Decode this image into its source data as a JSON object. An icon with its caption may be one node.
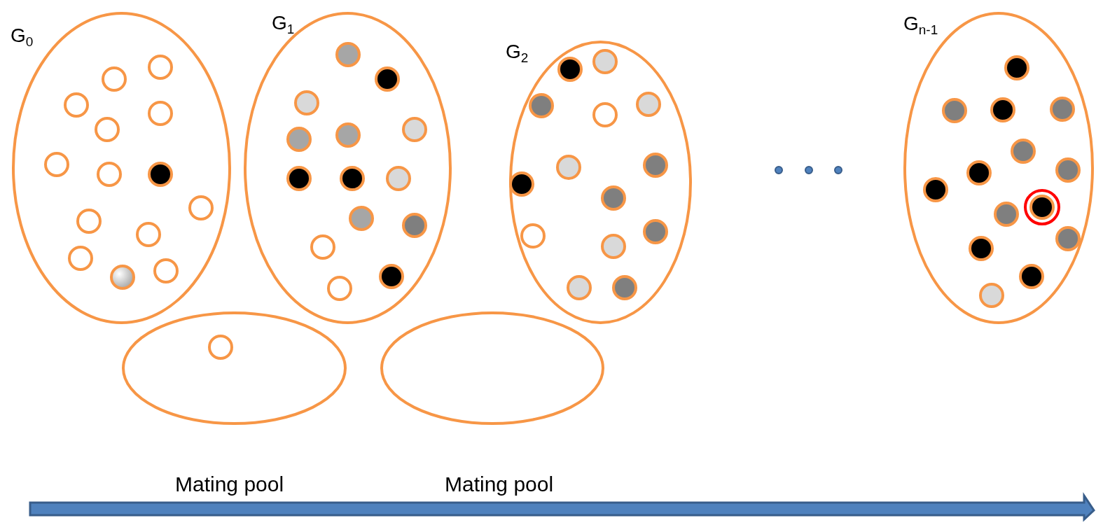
{
  "diagram": {
    "nodes": [
      {
        "text": [
          "G$_{0}$"
        ]
      },
      {
        "text": [
          "G$_{1}$"
        ]
      },
      {
        "text": [
          "G$_{2}$"
        ]
      },
      {
        "text": [
          "G$_{n-1}$"
        ]
      },
      {
        "text": [],
        "shape": "ellipse",
        "beside": [
          "Mating pool"
        ]
      },
      {
        "text": [],
        "shape": "ellipse",
        "beside": [
          "Mating pool"
        ]
      }
    ]
  }
}
